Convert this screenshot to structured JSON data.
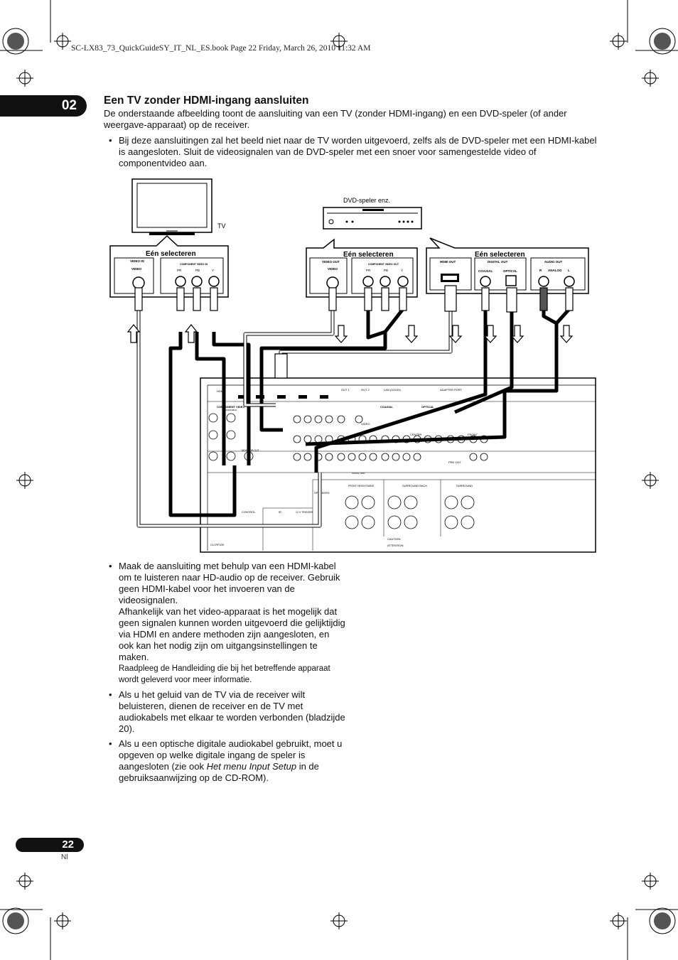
{
  "header": {
    "print_line": "SC-LX83_73_QuickGuideSY_IT_NL_ES.book  Page 22  Friday, March 26, 2010  11:32 AM"
  },
  "chapter": {
    "number": "02"
  },
  "section": {
    "title": "Een TV zonder HDMI-ingang aansluiten",
    "intro": "De onderstaande afbeelding toont de aansluiting van een TV (zonder HDMI-ingang) en een DVD-speler (of ander weergave-apparaat) op de receiver.",
    "bullet_1": "Bij deze aansluitingen zal het beeld niet naar de TV worden uitgevoerd, zelfs als de DVD-speler met een HDMI-kabel is aangesloten. Sluit de videosignalen van de DVD-speler met een snoer voor samengestelde video of componentvideo aan."
  },
  "diagram": {
    "tv_label": "TV",
    "dvd_label": "DVD-speler enz.",
    "select_one_tv": "Eén selecteren",
    "select_one_dvd_video": "Eén selecteren",
    "select_one_dvd_audio": "Eén selecteren",
    "tv_panel": {
      "group_label": "VIDEO IN",
      "video_label": "VIDEO",
      "component_label": "COMPONENT VIDEO IN",
      "pr": "PR",
      "pb": "PB",
      "y": "Y"
    },
    "dvd_video_panel": {
      "group_label": "VIDEO OUT",
      "video_label": "VIDEO",
      "component_label": "COMPONENT VIDEO OUT",
      "pr": "PR",
      "pb": "PB",
      "y": "Y"
    },
    "dvd_audio_panel": {
      "hdmi_label": "HDMI OUT",
      "digital_label": "DIGITAL OUT",
      "coaxial_label": "COAXIAL",
      "optical_label": "OPTICAL",
      "audio_label": "AUDIO OUT",
      "r_label": "R",
      "analog_label": "ANALOG",
      "l_label": "L"
    },
    "receiver": {
      "hdmi": "HDMI",
      "component_video": "COMPONENT VIDEO",
      "assignable": "ASSIGNABLE",
      "monitor_out": "MONITOR OUT",
      "out1": "OUT 1",
      "out2": "OUT 2",
      "lan": "LAN (10/100)",
      "adapter_port": "ADAPTER PORT",
      "coaxial": "COAXIAL",
      "optical": "OPTICAL",
      "video": "VIDEO",
      "control": "CONTROL",
      "speakers": "SPEAKERS",
      "front": "FRONT",
      "center": "CENTER",
      "surround": "SURROUND",
      "surround_back": "SURROUND BACK",
      "subwoofer": "SUBWOOFER",
      "pre_out": "PRE OUT",
      "front_height": "FRONT HEIGHT/WIDE",
      "caution": "CAUTION:",
      "attention": "ATTENTION:",
      "cu_rf100": "CU-RF100",
      "ir_label": "IR",
      "trigger": "12 V TRIGGER",
      "signal_gnd": "SIGNAL GND"
    }
  },
  "bullets_lower": {
    "b2_main": "Maak de aansluiting met behulp van een HDMI-kabel om te luisteren naar HD-audio op de receiver. Gebruik geen HDMI-kabel voor het invoeren van de videosignalen.",
    "b2_extra_a": "Afhankelijk van het video-apparaat is het mogelijk dat geen signalen kunnen worden uitgevoerd die gelijktijdig via HDMI en andere methoden zijn aangesloten, en ook kan het nodig zijn om uitgangsinstellingen te maken.",
    "b2_extra_b": "Raadpleeg de Handleiding die bij het betreffende apparaat wordt geleverd voor meer informatie.",
    "b3": "Als u het geluid van de TV via de receiver wilt beluisteren, dienen de receiver en de TV met audiokabels met elkaar te worden verbonden (bladzijde 20).",
    "b4_pre": "Als u een optische digitale audiokabel gebruikt, moet u opgeven op welke digitale ingang de speler is aangesloten (zie ook ",
    "b4_italic": "Het menu Input Setup",
    "b4_post": " in de gebruiksaanwijzing op de CD-ROM)."
  },
  "footer": {
    "page_number": "22",
    "language": "Nl"
  }
}
